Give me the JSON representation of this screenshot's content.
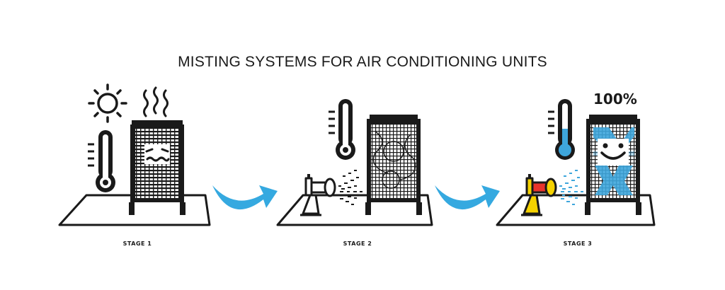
{
  "title": "MISTING SYSTEMS FOR AIR CONDITIONING UNITS",
  "stages": [
    {
      "label": "STAGE 1"
    },
    {
      "label": "STAGE 2"
    },
    {
      "label": "STAGE 3",
      "efficiency": "100%"
    }
  ],
  "colors": {
    "ink": "#1a1a1a",
    "water": "#3ea6dc",
    "arrow": "#35a9e0",
    "nozzle_yellow": "#f5d200",
    "nozzle_red": "#e8342c"
  },
  "icons": [
    "sun-icon",
    "heat-waves-icon",
    "thermometer-icon",
    "ac-unit-icon",
    "misting-nozzle-icon",
    "flow-arrow-icon",
    "smiley-face-icon"
  ]
}
